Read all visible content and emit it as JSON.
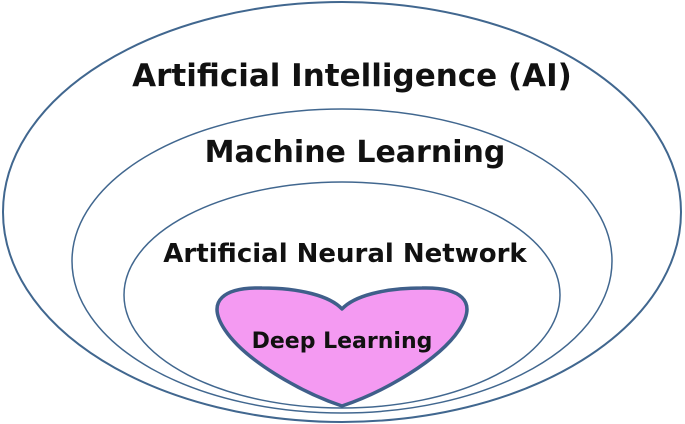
{
  "diagram": {
    "layers": [
      {
        "label": "Artificial Intelligence (AI)"
      },
      {
        "label": "Machine Learning"
      },
      {
        "label": "Artificial Neural Network"
      },
      {
        "label": "Deep Learning"
      }
    ]
  },
  "colors": {
    "ellipse_stroke": "#41678f",
    "heart_fill": "#f49af2",
    "heart_stroke": "#3f5f8a",
    "text": "#111111",
    "background": "#ffffff"
  }
}
